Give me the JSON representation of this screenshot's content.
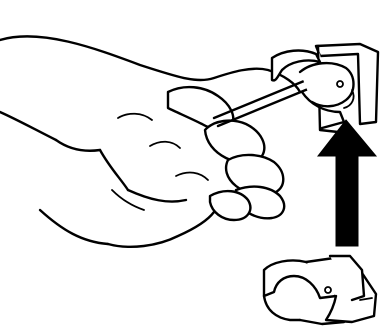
{
  "figure": {
    "background": "#ffffff",
    "line_color": "#000000",
    "elements": [
      {
        "name": "hand",
        "description_icon": "hand-icon"
      },
      {
        "name": "tool",
        "description_icon": "hex-key-icon"
      },
      {
        "name": "clip-installed",
        "description_icon": "clip-icon"
      },
      {
        "name": "arrow",
        "direction": "up"
      },
      {
        "name": "clip-loose",
        "description_icon": "clip-icon"
      }
    ]
  }
}
